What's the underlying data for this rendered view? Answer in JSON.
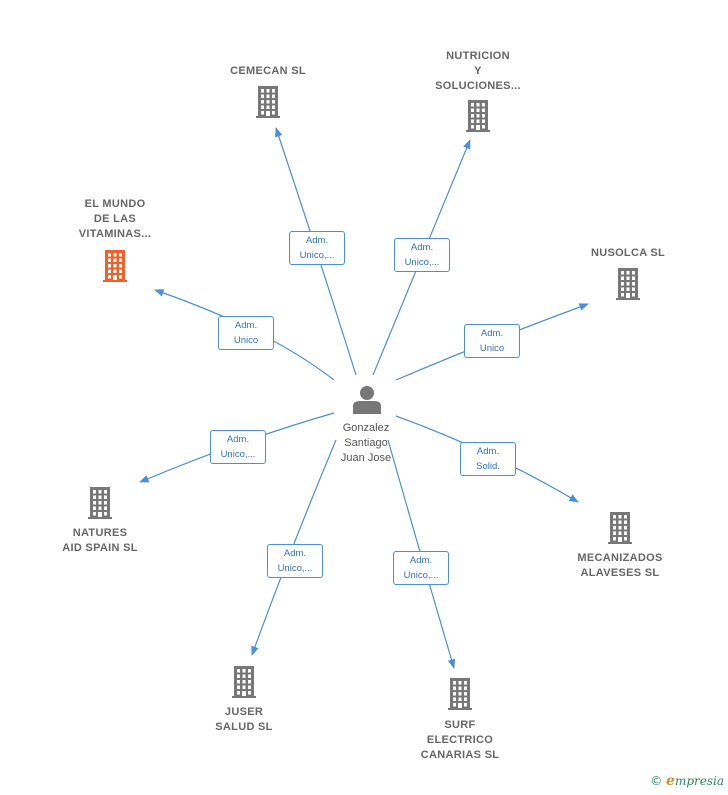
{
  "center": {
    "name": "Gonzalez\nSantiago\nJuan Jose",
    "icon": "person-icon"
  },
  "companies": [
    {
      "id": "cemecan",
      "name": "CEMECAN SL",
      "role": "Adm.\nUnico,...",
      "color": "#777777",
      "highlight": false
    },
    {
      "id": "nutricion",
      "name": "NUTRICION\nY\nSOLUCIONES...",
      "role": "Adm.\nUnico,...",
      "color": "#777777",
      "highlight": false
    },
    {
      "id": "mundo",
      "name": "EL MUNDO\nDE LAS\nVITAMINAS...",
      "role": "Adm.\nUnico",
      "color": "#f0602a",
      "highlight": true
    },
    {
      "id": "nusolca",
      "name": "NUSOLCA  SL",
      "role": "Adm.\nUnico",
      "color": "#777777",
      "highlight": false
    },
    {
      "id": "natures",
      "name": "NATURES\nAID SPAIN  SL",
      "role": "Adm.\nUnico,...",
      "color": "#777777",
      "highlight": false
    },
    {
      "id": "mecanizados",
      "name": "MECANIZADOS\nALAVESES  SL",
      "role": "Adm.\nSolid.",
      "color": "#777777",
      "highlight": false
    },
    {
      "id": "juser",
      "name": "JUSER\nSALUD  SL",
      "role": "Adm.\nUnico,...",
      "color": "#777777",
      "highlight": false
    },
    {
      "id": "surf",
      "name": "SURF\nELECTRICO\nCANARIAS  SL",
      "role": "Adm.\nUnico,...",
      "color": "#777777",
      "highlight": false
    }
  ],
  "colors": {
    "edge": "#4a90d9",
    "icon": "#777777",
    "highlight": "#f0602a"
  },
  "footer": {
    "copyright": "©",
    "brand_initial": "e",
    "brand_rest": "mpresia"
  }
}
